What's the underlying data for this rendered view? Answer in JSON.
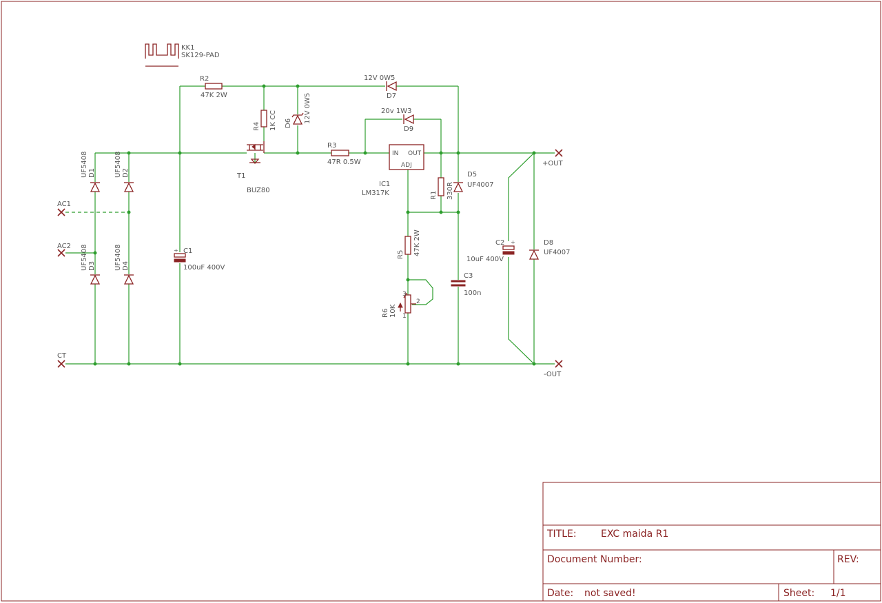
{
  "components": {
    "KK1": {
      "name": "KK1",
      "value": "SK129-PAD"
    },
    "R2": {
      "name": "R2",
      "value": "47K 2W"
    },
    "R4": {
      "name": "R4",
      "value": "1K CC"
    },
    "D6": {
      "name": "D6",
      "value": "12V 0W5"
    },
    "D7": {
      "name": "D7",
      "value": "12V 0W5"
    },
    "D9": {
      "name": "D9",
      "value": "20v 1W3"
    },
    "R3": {
      "name": "R3",
      "value": "47R 0.5W"
    },
    "T1": {
      "name": "T1",
      "value": "BUZ80"
    },
    "IC1": {
      "name": "IC1",
      "value": "LM317K",
      "pin_in": "IN",
      "pin_out": "OUT",
      "pin_adj": "ADJ"
    },
    "R1": {
      "name": "R1",
      "value": "330R"
    },
    "D5": {
      "name": "D5",
      "value": "UF4007"
    },
    "D1": {
      "name": "D1",
      "value": "UF5408"
    },
    "D2": {
      "name": "D2",
      "value": "UF5408"
    },
    "D3": {
      "name": "D3",
      "value": "UF5408"
    },
    "D4": {
      "name": "D4",
      "value": "UF5408"
    },
    "C1": {
      "name": "C1",
      "value": "100uF 400V"
    },
    "C2": {
      "name": "C2",
      "value": "10uF 400V"
    },
    "C3": {
      "name": "C3",
      "value": "100n"
    },
    "D8": {
      "name": "D8",
      "value": "UF4007"
    },
    "R5": {
      "name": "R5",
      "value": "47K 2W"
    },
    "R6": {
      "name": "R6",
      "value": "10K",
      "pin1": "1",
      "pin2": "2",
      "pin3": "3"
    }
  },
  "ports": {
    "ac1": "AC1",
    "ac2": "AC2",
    "ct": "CT",
    "out_pos": "+OUT",
    "out_neg": "-OUT"
  },
  "title_block": {
    "title_label": "TITLE:",
    "title_value": "EXC maida R1",
    "doc_number_label": "Document Number:",
    "rev_label": "REV:",
    "date_label": "Date:",
    "date_value": "not saved!",
    "sheet_label": "Sheet:",
    "sheet_value": "1/1"
  },
  "colors": {
    "wire": "#2e9e2e",
    "component": "#8b2424",
    "text": "#555555",
    "background": "#ffffff"
  }
}
